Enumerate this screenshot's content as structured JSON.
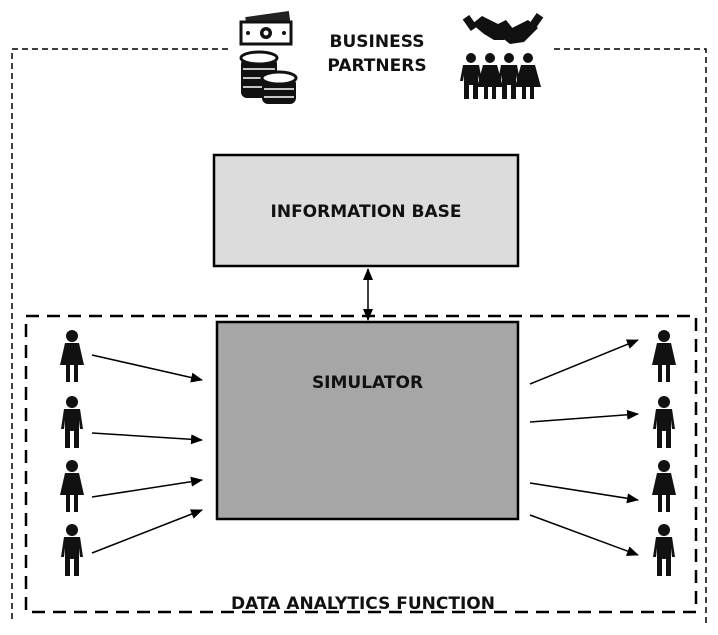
{
  "partners": {
    "line1": "BUSINESS",
    "line2": "PARTNERS"
  },
  "nodes": {
    "information_base": {
      "label": "INFORMATION BASE",
      "fill": "#dcdcdc"
    },
    "simulator": {
      "label": "SIMULATOR",
      "fill": "#a6a6a6"
    }
  },
  "function_label": "DATA ANALYTICS FUNCTION",
  "icons": {
    "money": "money-stack-icon",
    "handshake": "handshake-icon",
    "group": "people-group-icon",
    "person": "person-icon"
  },
  "input_persons": [
    {
      "gender": "female"
    },
    {
      "gender": "male"
    },
    {
      "gender": "female"
    },
    {
      "gender": "male"
    }
  ],
  "output_persons": [
    {
      "gender": "female"
    },
    {
      "gender": "male"
    },
    {
      "gender": "female"
    },
    {
      "gender": "male"
    }
  ]
}
